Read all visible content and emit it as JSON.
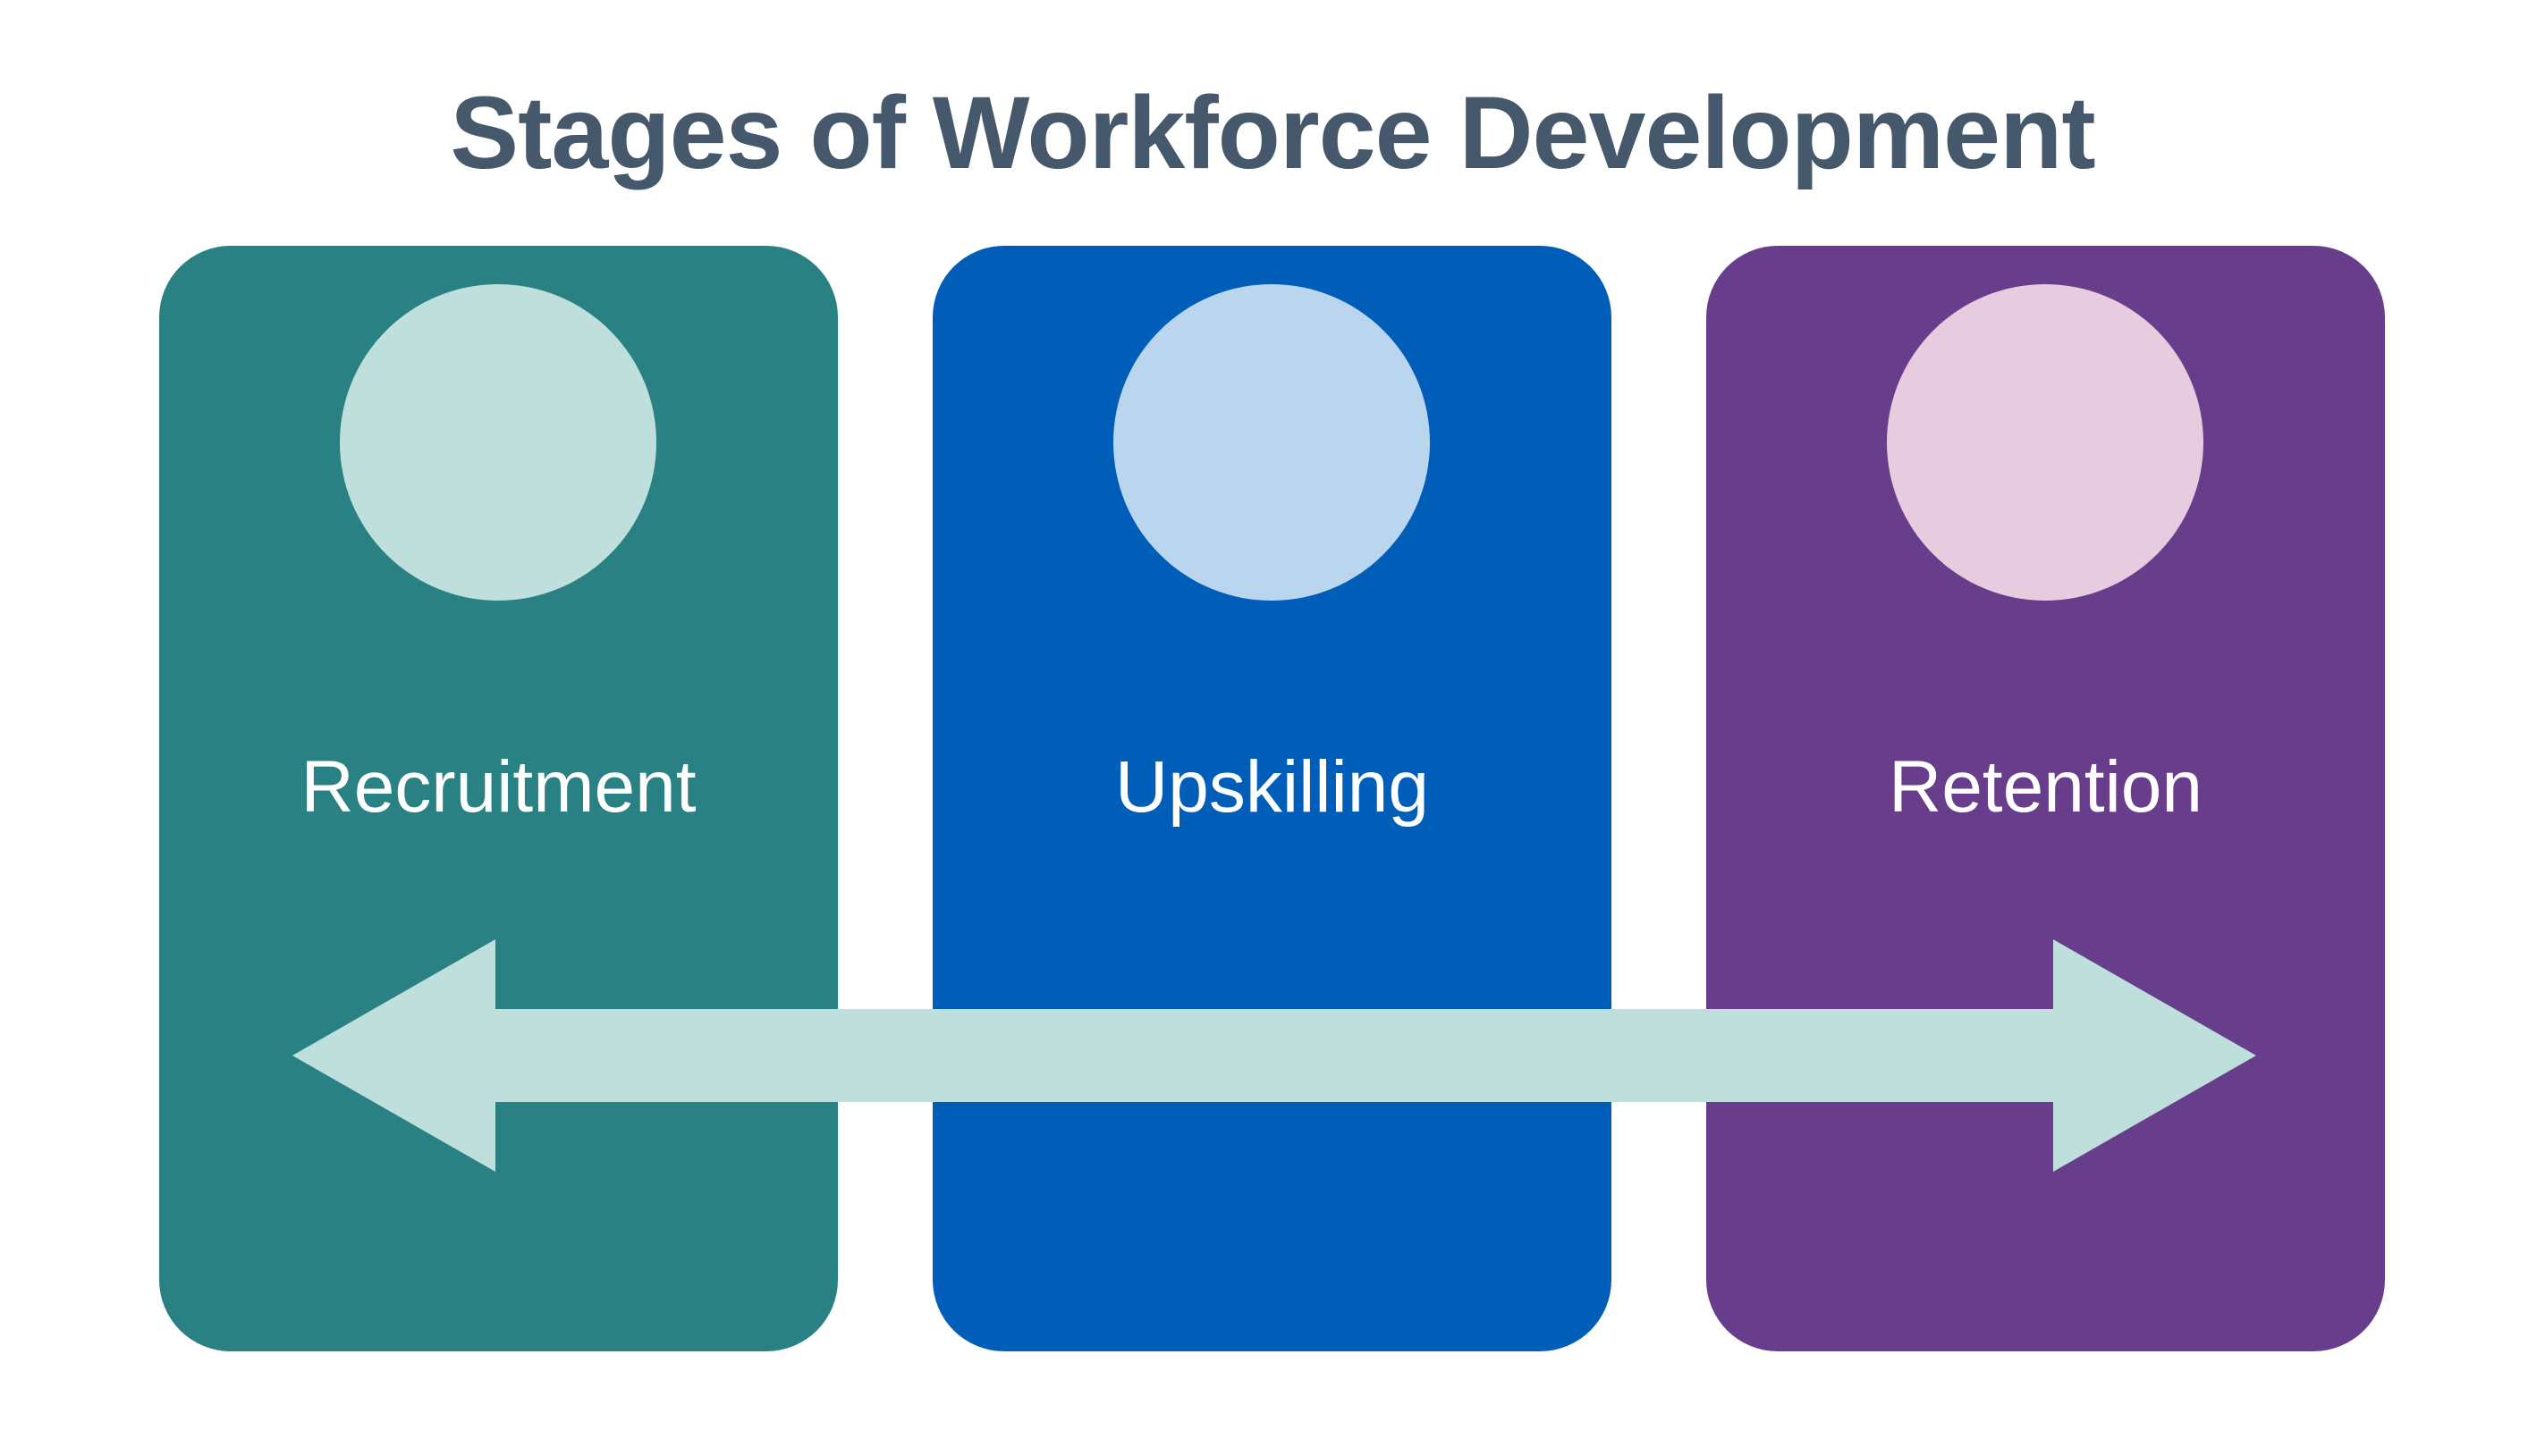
{
  "title": {
    "text": "Stages of Workforce Development",
    "color": "#46586B"
  },
  "stages": [
    {
      "label": "Recruitment",
      "card_color": "#2A8184",
      "circle_color": "#BEDFDB"
    },
    {
      "label": "Upskilling",
      "card_color": "#015EB8",
      "circle_color": "#BAD6EF"
    },
    {
      "label": "Retention",
      "card_color": "#683D8C",
      "circle_color": "#E7CBDE"
    }
  ],
  "arrow": {
    "color": "#BEDFDB",
    "direction": "bidirectional"
  }
}
